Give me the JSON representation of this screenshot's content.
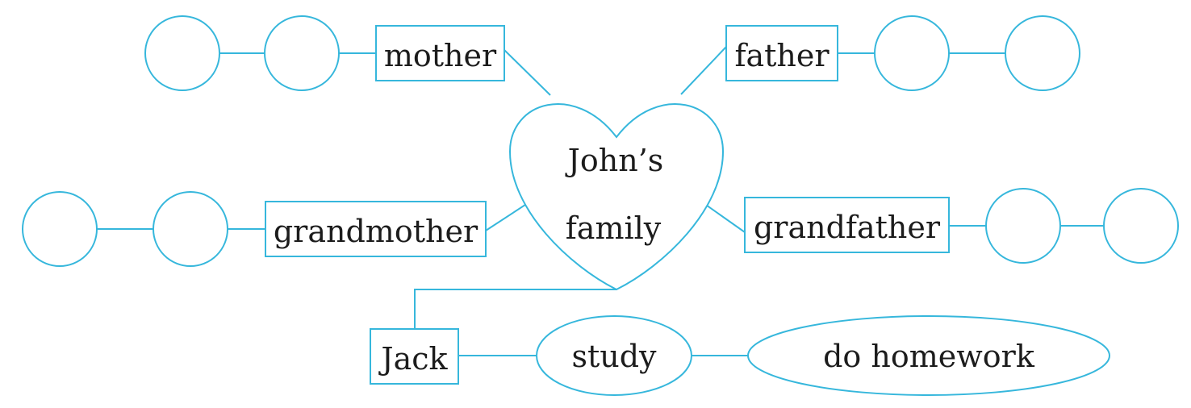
{
  "center": {
    "line1": "John’s",
    "line2": "family"
  },
  "members": {
    "mother": "mother",
    "father": "father",
    "grandmother": "grandmother",
    "grandfather": "grandfather",
    "jack": "Jack"
  },
  "activities": {
    "study": "study",
    "homework": "do homework"
  },
  "colors": {
    "outline": "#36b7dc",
    "text": "#1c1c1c",
    "background": "#ffffff"
  }
}
